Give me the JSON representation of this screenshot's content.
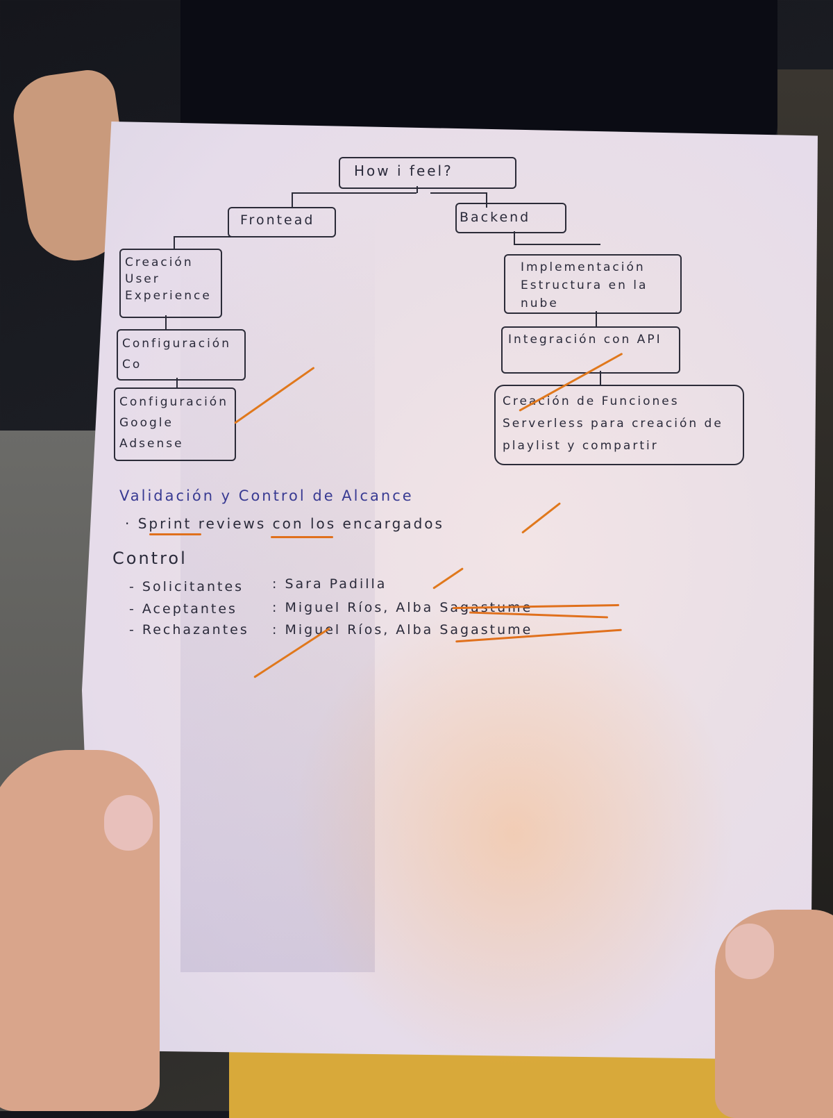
{
  "diagram": {
    "root": "How i feel?",
    "frontend": {
      "label": "Frontead",
      "items": [
        "Creación User Experience",
        "Configuración Co",
        "Configuración Google Adsense"
      ]
    },
    "backend": {
      "label": "Backend",
      "items": [
        "Implementación Estructura en la nube",
        "Integración con API",
        "Creación de Funciones Serverless para creación de playlist y compartir"
      ]
    }
  },
  "notes": {
    "validation_title": "Validación y Control de Alcance",
    "validation_item": "· Sprint reviews con los encargados",
    "control_title": "Control",
    "rows": [
      {
        "role": "- Solicitantes",
        "names": ": Sara Padilla"
      },
      {
        "role": "- Aceptantes",
        "names": ": Miguel Ríos, Alba Sagastume"
      },
      {
        "role": "- Rechazantes",
        "names": ": Miguel Ríos, Alba Sagastume"
      }
    ]
  },
  "colors": {
    "ink": "#2b2b38",
    "blue_ink": "#383a92",
    "highlighter": "#e0701c"
  }
}
